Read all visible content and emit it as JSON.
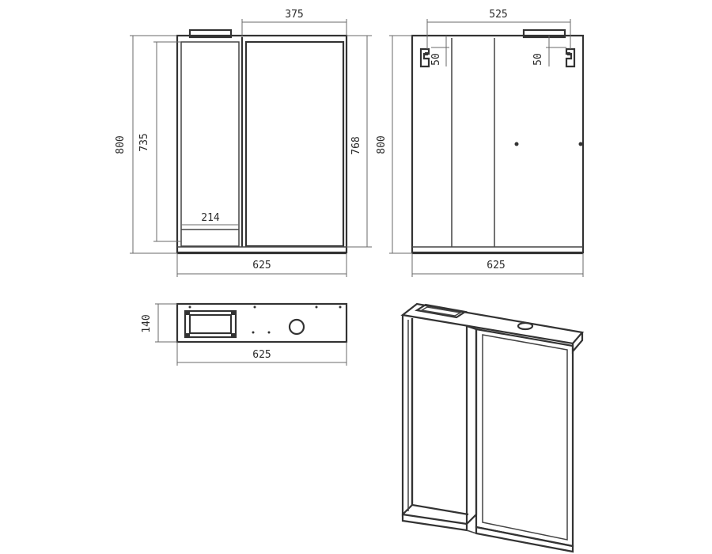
{
  "front_view": {
    "height_total": "800",
    "height_left": "735",
    "height_right": "768",
    "width_top": "375",
    "shelf_width": "214",
    "width_bottom": "625"
  },
  "back_view": {
    "width_top": "525",
    "hook_left": "50",
    "hook_right": "50",
    "height": "800",
    "width_bottom": "625"
  },
  "top_view": {
    "depth": "140",
    "width": "625"
  },
  "colors": {
    "line": "#333333",
    "dimension": "#6a6a6a"
  }
}
